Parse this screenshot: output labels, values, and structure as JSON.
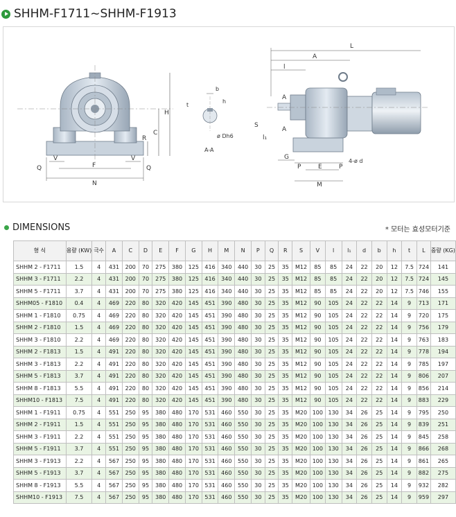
{
  "page": {
    "title": "SHHM-F1711~SHHM-F1913",
    "section_title": "DIMENSIONS",
    "note": "* 모터는 효성모터기준"
  },
  "drawing": {
    "front_labels": [
      "H",
      "C",
      "R",
      "V",
      "V",
      "F",
      "N",
      "Q",
      "Q"
    ],
    "section_labels": [
      "b",
      "h",
      "t",
      "ø Dh6",
      "A-A"
    ],
    "side_labels": [
      "L",
      "A",
      "l",
      "A",
      "A",
      "S",
      "l₁",
      "G",
      "P",
      "E",
      "P",
      "M",
      "4-ø d"
    ]
  },
  "table": {
    "headers": [
      "형 식",
      "용량 (KW)",
      "극수",
      "A",
      "C",
      "D",
      "E",
      "F",
      "G",
      "H",
      "M",
      "N",
      "P",
      "Q",
      "R",
      "S",
      "V",
      "l",
      "l₁",
      "d",
      "b",
      "h",
      "t",
      "L",
      "중량 (KG)"
    ],
    "rows": [
      [
        "SHHM 2 - F1711",
        "1.5",
        "4",
        "431",
        "200",
        "70",
        "275",
        "380",
        "125",
        "416",
        "340",
        "440",
        "30",
        "25",
        "35",
        "M12",
        "85",
        "85",
        "24",
        "22",
        "20",
        "12",
        "7.5",
        "724",
        "141"
      ],
      [
        "SHHM 3 - F1711",
        "2.2",
        "4",
        "431",
        "200",
        "70",
        "275",
        "380",
        "125",
        "416",
        "340",
        "440",
        "30",
        "25",
        "35",
        "M12",
        "85",
        "85",
        "24",
        "22",
        "20",
        "12",
        "7.5",
        "724",
        "145"
      ],
      [
        "SHHM 5 - F1711",
        "3.7",
        "4",
        "431",
        "200",
        "70",
        "275",
        "380",
        "125",
        "416",
        "340",
        "440",
        "30",
        "25",
        "35",
        "M12",
        "85",
        "85",
        "24",
        "22",
        "20",
        "12",
        "7.5",
        "746",
        "155"
      ],
      [
        "SHHM05 - F1810",
        "0.4",
        "4",
        "469",
        "220",
        "80",
        "320",
        "420",
        "145",
        "451",
        "390",
        "480",
        "30",
        "25",
        "35",
        "M12",
        "90",
        "105",
        "24",
        "22",
        "22",
        "14",
        "9",
        "713",
        "171"
      ],
      [
        "SHHM 1 - F1810",
        "0.75",
        "4",
        "469",
        "220",
        "80",
        "320",
        "420",
        "145",
        "451",
        "390",
        "480",
        "30",
        "25",
        "35",
        "M12",
        "90",
        "105",
        "24",
        "22",
        "22",
        "14",
        "9",
        "720",
        "175"
      ],
      [
        "SHHM 2 - F1810",
        "1.5",
        "4",
        "469",
        "220",
        "80",
        "320",
        "420",
        "145",
        "451",
        "390",
        "480",
        "30",
        "25",
        "35",
        "M12",
        "90",
        "105",
        "24",
        "22",
        "22",
        "14",
        "9",
        "756",
        "179"
      ],
      [
        "SHHM 3 - F1810",
        "2.2",
        "4",
        "469",
        "220",
        "80",
        "320",
        "420",
        "145",
        "451",
        "390",
        "480",
        "30",
        "25",
        "35",
        "M12",
        "90",
        "105",
        "24",
        "22",
        "22",
        "14",
        "9",
        "763",
        "183"
      ],
      [
        "SHHM 2 - F1813",
        "1.5",
        "4",
        "491",
        "220",
        "80",
        "320",
        "420",
        "145",
        "451",
        "390",
        "480",
        "30",
        "25",
        "35",
        "M12",
        "90",
        "105",
        "24",
        "22",
        "22",
        "14",
        "9",
        "778",
        "194"
      ],
      [
        "SHHM 3 - F1813",
        "2.2",
        "4",
        "491",
        "220",
        "80",
        "320",
        "420",
        "145",
        "451",
        "390",
        "480",
        "30",
        "25",
        "35",
        "M12",
        "90",
        "105",
        "24",
        "22",
        "22",
        "14",
        "9",
        "785",
        "197"
      ],
      [
        "SHHM 5 - F1813",
        "3.7",
        "4",
        "491",
        "220",
        "80",
        "320",
        "420",
        "145",
        "451",
        "390",
        "480",
        "30",
        "25",
        "35",
        "M12",
        "90",
        "105",
        "24",
        "22",
        "22",
        "14",
        "9",
        "806",
        "207"
      ],
      [
        "SHHM 8 - F1813",
        "5.5",
        "4",
        "491",
        "220",
        "80",
        "320",
        "420",
        "145",
        "451",
        "390",
        "480",
        "30",
        "25",
        "35",
        "M12",
        "90",
        "105",
        "24",
        "22",
        "22",
        "14",
        "9",
        "856",
        "214"
      ],
      [
        "SHHM10 - F1813",
        "7.5",
        "4",
        "491",
        "220",
        "80",
        "320",
        "420",
        "145",
        "451",
        "390",
        "480",
        "30",
        "25",
        "35",
        "M12",
        "90",
        "105",
        "24",
        "22",
        "22",
        "14",
        "9",
        "883",
        "229"
      ],
      [
        "SHHM 1 - F1911",
        "0.75",
        "4",
        "551",
        "250",
        "95",
        "380",
        "480",
        "170",
        "531",
        "460",
        "550",
        "30",
        "25",
        "35",
        "M20",
        "100",
        "130",
        "34",
        "26",
        "25",
        "14",
        "9",
        "795",
        "250"
      ],
      [
        "SHHM 2 - F1911",
        "1.5",
        "4",
        "551",
        "250",
        "95",
        "380",
        "480",
        "170",
        "531",
        "460",
        "550",
        "30",
        "25",
        "35",
        "M20",
        "100",
        "130",
        "34",
        "26",
        "25",
        "14",
        "9",
        "839",
        "251"
      ],
      [
        "SHHM 3 - F1911",
        "2.2",
        "4",
        "551",
        "250",
        "95",
        "380",
        "480",
        "170",
        "531",
        "460",
        "550",
        "30",
        "25",
        "35",
        "M20",
        "100",
        "130",
        "34",
        "26",
        "25",
        "14",
        "9",
        "845",
        "258"
      ],
      [
        "SHHM 5 - F1911",
        "3.7",
        "4",
        "551",
        "250",
        "95",
        "380",
        "480",
        "170",
        "531",
        "460",
        "550",
        "30",
        "25",
        "35",
        "M20",
        "100",
        "130",
        "34",
        "26",
        "25",
        "14",
        "9",
        "866",
        "268"
      ],
      [
        "SHHM 3 - F1913",
        "2.2",
        "4",
        "567",
        "250",
        "95",
        "380",
        "480",
        "170",
        "531",
        "460",
        "550",
        "30",
        "25",
        "35",
        "M20",
        "100",
        "130",
        "34",
        "26",
        "25",
        "14",
        "9",
        "861",
        "265"
      ],
      [
        "SHHM 5 - F1913",
        "3.7",
        "4",
        "567",
        "250",
        "95",
        "380",
        "480",
        "170",
        "531",
        "460",
        "550",
        "30",
        "25",
        "35",
        "M20",
        "100",
        "130",
        "34",
        "26",
        "25",
        "14",
        "9",
        "882",
        "275"
      ],
      [
        "SHHM 8 - F1913",
        "5.5",
        "4",
        "567",
        "250",
        "95",
        "380",
        "480",
        "170",
        "531",
        "460",
        "550",
        "30",
        "25",
        "35",
        "M20",
        "100",
        "130",
        "34",
        "26",
        "25",
        "14",
        "9",
        "932",
        "282"
      ],
      [
        "SHHM10 - F1913",
        "7.5",
        "4",
        "567",
        "250",
        "95",
        "380",
        "480",
        "170",
        "531",
        "460",
        "550",
        "30",
        "25",
        "35",
        "M20",
        "100",
        "130",
        "34",
        "26",
        "25",
        "14",
        "9",
        "959",
        "297"
      ]
    ]
  }
}
